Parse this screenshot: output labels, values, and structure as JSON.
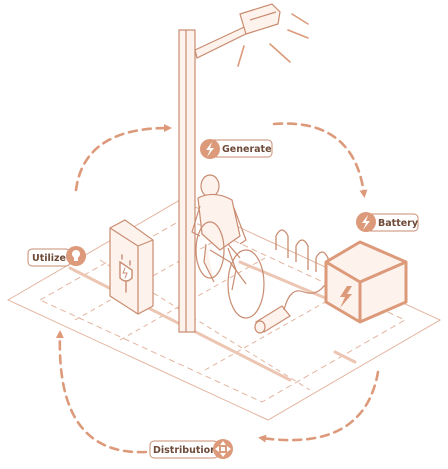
{
  "labels": {
    "generate": "Generate",
    "battery": "Battery",
    "utilize": "Utilize",
    "distribution": "Distribution"
  },
  "icons": {
    "generate": "lightning-bolt-icon",
    "battery": "lightning-bolt-icon",
    "utilize": "light-bulb-icon",
    "distribution": "four-way-arrows-icon"
  },
  "colors": {
    "line": "#e3b49f",
    "line_dark": "#c98c70",
    "accent": "#dc9a7b",
    "fill_light": "#fdf2ec",
    "label_text": "#6e4a39"
  }
}
